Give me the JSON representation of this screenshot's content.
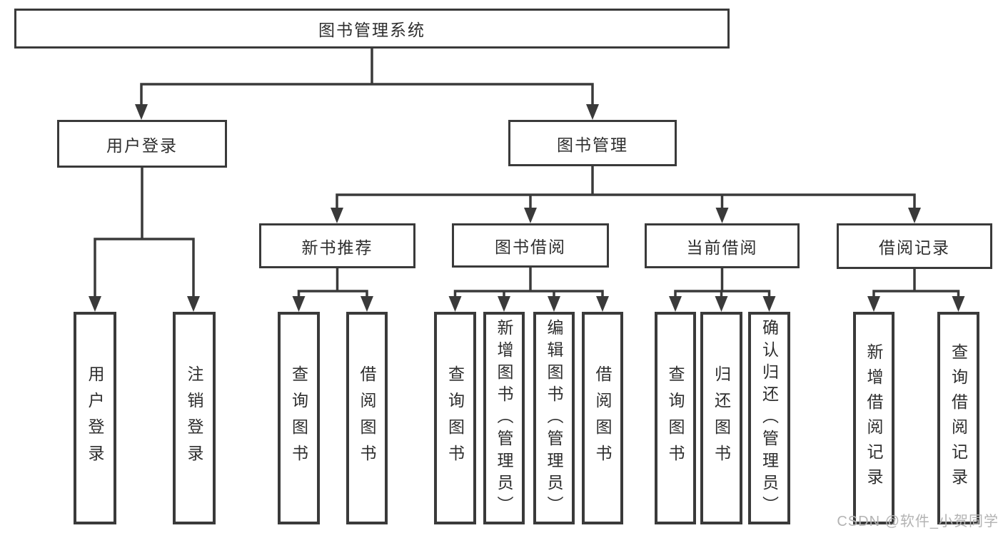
{
  "diagram": {
    "type": "hierarchy-tree",
    "colors": {
      "line": "#3a3a3a",
      "box_border": "#3a3a3a",
      "text": "#2e2e2e",
      "background": "#ffffff",
      "watermark": "#b3b3b3"
    },
    "nodes": [
      {
        "id": "library-system",
        "label": "图书管理系统",
        "level": 1,
        "parent": null
      },
      {
        "id": "user-login-branch",
        "label": "用户登录",
        "level": 2,
        "parent": "library-system"
      },
      {
        "id": "book-management",
        "label": "图书管理",
        "level": 2,
        "parent": "library-system"
      },
      {
        "id": "new-book-recommendation",
        "label": "新书推荐",
        "level": 3,
        "parent": "book-management"
      },
      {
        "id": "book-borrowing",
        "label": "图书借阅",
        "level": 3,
        "parent": "book-management"
      },
      {
        "id": "current-borrowing",
        "label": "当前借阅",
        "level": 3,
        "parent": "book-management"
      },
      {
        "id": "borrowing-records",
        "label": "借阅记录",
        "level": 3,
        "parent": "book-management"
      },
      {
        "id": "user-login-leaf",
        "label": "用户登录",
        "level": 4,
        "parent": "user-login-branch"
      },
      {
        "id": "logout-leaf",
        "label": "注销登录",
        "level": 4,
        "parent": "user-login-branch"
      },
      {
        "id": "query-books-recommend",
        "label": "查询图书",
        "level": 4,
        "parent": "new-book-recommendation"
      },
      {
        "id": "borrow-books-recommend",
        "label": "借阅图书",
        "level": 4,
        "parent": "new-book-recommendation"
      },
      {
        "id": "query-books-borrowing",
        "label": "查询图书",
        "level": 4,
        "parent": "book-borrowing"
      },
      {
        "id": "add-books-admin",
        "label": "新增图书（管理员）",
        "level": 4,
        "parent": "book-borrowing"
      },
      {
        "id": "edit-books-admin",
        "label": "编辑图书（管理员）",
        "level": 4,
        "parent": "book-borrowing"
      },
      {
        "id": "borrow-books-leaf",
        "label": "借阅图书",
        "level": 4,
        "parent": "book-borrowing"
      },
      {
        "id": "query-books-current",
        "label": "查询图书",
        "level": 4,
        "parent": "current-borrowing"
      },
      {
        "id": "return-books",
        "label": "归还图书",
        "level": 4,
        "parent": "current-borrowing"
      },
      {
        "id": "confirm-return-admin",
        "label": "确认归还（管理员）",
        "level": 4,
        "parent": "current-borrowing"
      },
      {
        "id": "add-borrow-record",
        "label": "新增借阅记录",
        "level": 4,
        "parent": "borrowing-records"
      },
      {
        "id": "query-borrow-record",
        "label": "查询借阅记录",
        "level": 4,
        "parent": "borrowing-records"
      }
    ],
    "watermark": "CSDN @软件_小贺同学"
  }
}
